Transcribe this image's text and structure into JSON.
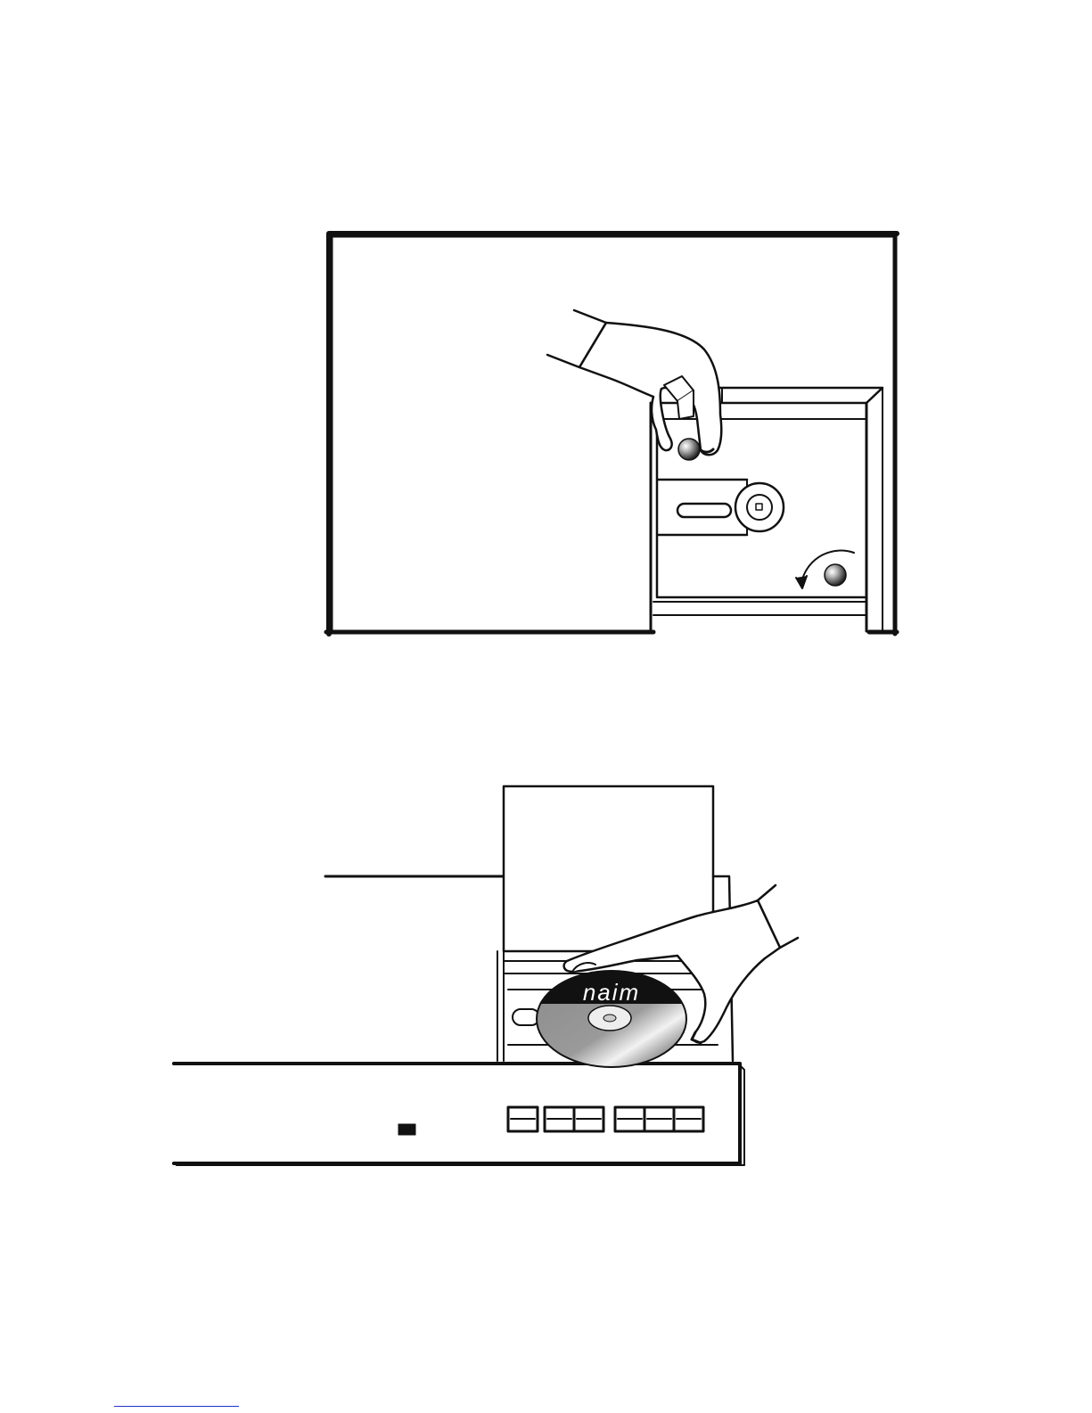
{
  "page": {
    "background": "#ffffff",
    "line_color": "#111111",
    "footer_rule_color": "#2233cc"
  },
  "figure_top": {
    "description_icon": "cd-player-lid-open-hand-on-puck-icon",
    "elements": [
      "player-lid",
      "drawer",
      "hand",
      "clamp-puck",
      "disc-clamp-arm",
      "rotation-arrow",
      "knob"
    ]
  },
  "figure_bottom": {
    "description_icon": "cd-loading-hand-icon",
    "disc_brand": "naim",
    "buttons_count": 7
  }
}
